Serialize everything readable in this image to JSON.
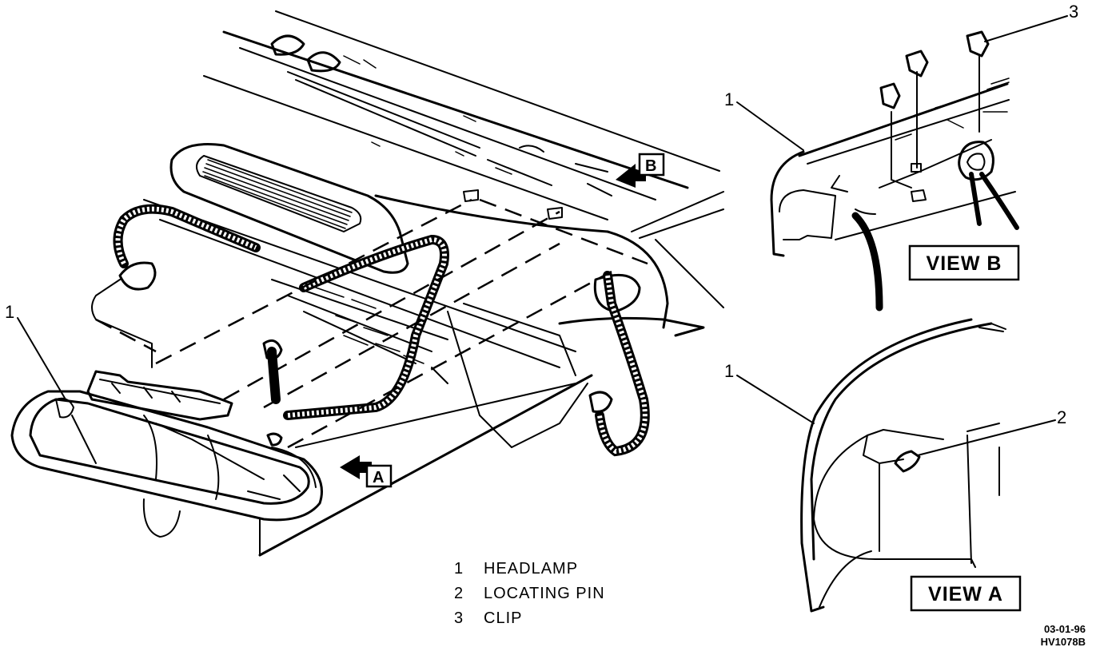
{
  "views": {
    "view_a_label": "VIEW A",
    "view_b_label": "VIEW B",
    "arrow_a": "A",
    "arrow_b": "B"
  },
  "callouts": {
    "main_headlamp": "1",
    "view_b_headlamp": "1",
    "view_b_clip": "3",
    "view_a_headlamp": "1",
    "view_a_pin": "2"
  },
  "legend": [
    {
      "number": "1",
      "label": "HEADLAMP"
    },
    {
      "number": "2",
      "label": "LOCATING PIN"
    },
    {
      "number": "3",
      "label": "CLIP"
    }
  ],
  "reference": {
    "date": "03-01-96",
    "code": "HV1078B"
  }
}
